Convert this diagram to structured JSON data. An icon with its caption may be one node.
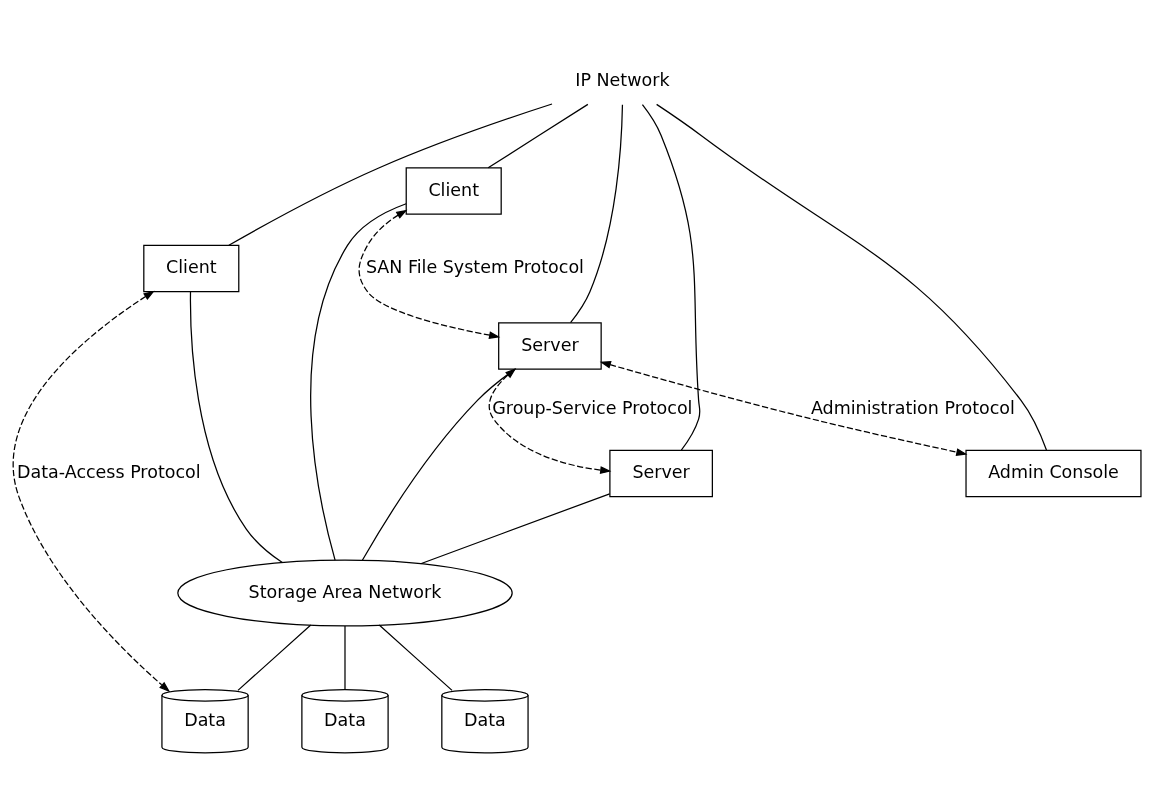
{
  "diagram": {
    "nodes": [
      {
        "text": [
          "IP Network"
        ]
      },
      {
        "text": [
          "Client"
        ]
      },
      {
        "text": [
          "Client"
        ]
      },
      {
        "text": [
          "Server"
        ]
      },
      {
        "text": [
          "Storage Area Network"
        ]
      },
      {
        "text": [
          "Admin Console"
        ]
      },
      {
        "text": [
          "Server"
        ]
      },
      {
        "text": [
          "Data"
        ]
      },
      {
        "text": [
          "Data"
        ]
      },
      {
        "text": [
          "Data"
        ]
      }
    ],
    "edges": [
      {
        "from": 0,
        "to": 1,
        "arrow": "none"
      },
      {
        "from": 0,
        "to": 2,
        "arrow": "none"
      },
      {
        "from": 0,
        "to": 3,
        "arrow": "none"
      },
      {
        "from": 0,
        "to": 6,
        "arrow": "none"
      },
      {
        "from": 0,
        "to": 5,
        "arrow": "none"
      },
      {
        "from": 2,
        "to": 3,
        "arrow": "both",
        "style": "dashed",
        "label": "SAN File System Protocol"
      },
      {
        "from": 3,
        "to": 5,
        "arrow": "both",
        "style": "dashed",
        "label": "Administration Protocol"
      },
      {
        "from": 1,
        "to": 7,
        "arrow": "both",
        "style": "dashed",
        "label": "Data-Access Protocol"
      },
      {
        "from": 3,
        "to": 6,
        "arrow": "both",
        "style": "dashed",
        "label": "Group-Service Protocol"
      },
      {
        "from": 1,
        "to": 4,
        "arrow": "none"
      },
      {
        "from": 2,
        "to": 4,
        "arrow": "none"
      },
      {
        "from": 3,
        "to": 4,
        "arrow": "none"
      },
      {
        "from": 6,
        "to": 4,
        "arrow": "none"
      },
      {
        "from": 4,
        "to": 7,
        "arrow": "none"
      },
      {
        "from": 4,
        "to": 8,
        "arrow": "none"
      },
      {
        "from": 4,
        "to": 9,
        "arrow": "none"
      }
    ]
  }
}
